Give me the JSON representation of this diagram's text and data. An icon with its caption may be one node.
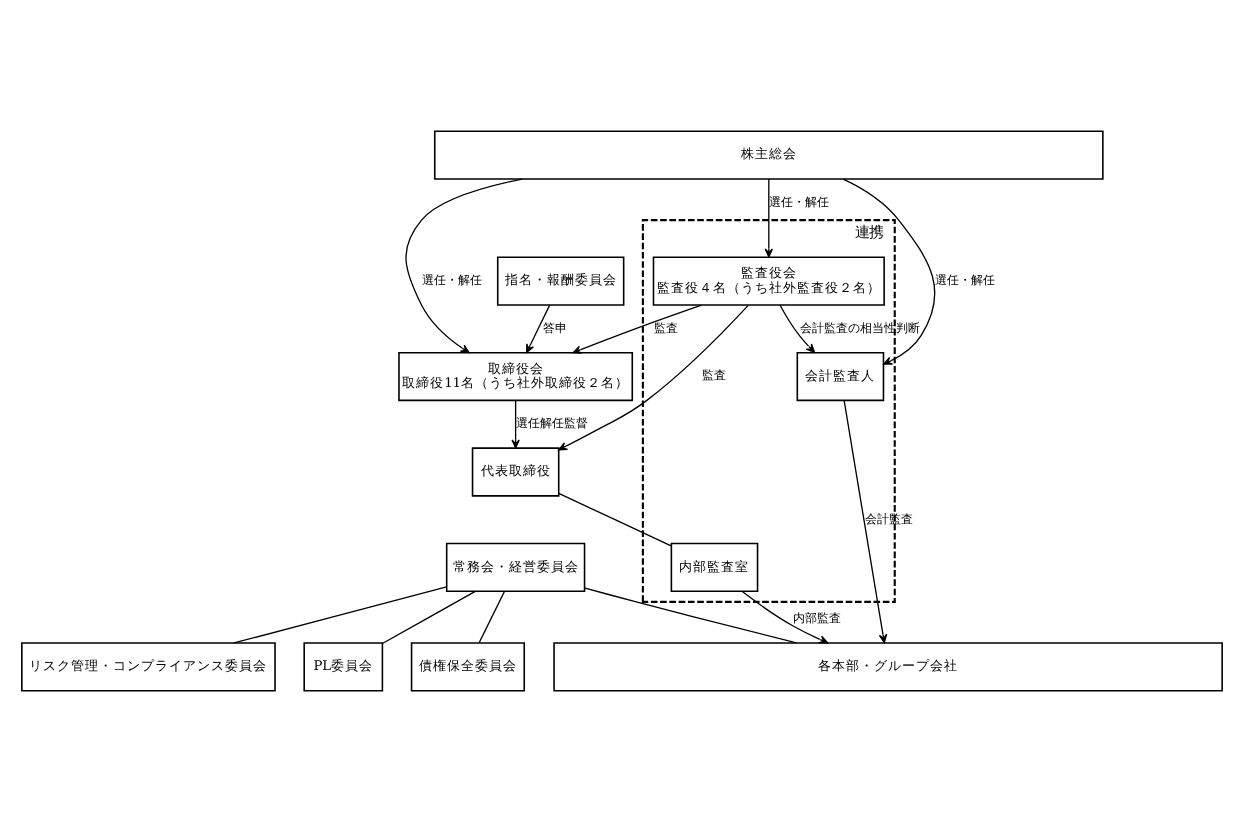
{
  "diagram": {
    "nodes": [
      {
        "text": [
          "株主総会"
        ]
      },
      {
        "text": [
          "連携"
        ]
      },
      {
        "text": [
          "取締役会",
          "取締役11名（うち社外取締役２名）"
        ]
      },
      {
        "text": [
          "監査役会",
          "監査役４名（うち社外監査役２名）"
        ],
        "in": 1
      },
      {
        "text": [
          "会計監査人"
        ],
        "in": 1
      },
      {
        "text": [
          "指名・報酬委員会"
        ]
      },
      {
        "text": [
          "代表取締役"
        ]
      },
      {
        "text": [
          "常務会・経営委員会"
        ]
      },
      {
        "text": [
          "リスク管理・コンプライアンス委員会"
        ]
      },
      {
        "text": [
          "PL委員会"
        ]
      },
      {
        "text": [
          "債権保全委員会"
        ]
      },
      {
        "text": [
          "内部監査室"
        ],
        "in": 1
      },
      {
        "text": [
          "各本部・グループ会社"
        ]
      }
    ],
    "edges": [
      {
        "from": 0,
        "to": 2,
        "arrow": "to",
        "label": "選任・解任"
      },
      {
        "from": 0,
        "to": 3,
        "arrow": "to",
        "label": "選任・解任"
      },
      {
        "from": 0,
        "to": 4,
        "arrow": "to",
        "label": "選任・解任"
      },
      {
        "from": 3,
        "to": 2,
        "arrow": "to",
        "label": "監査"
      },
      {
        "from": 3,
        "to": 4,
        "arrow": "to",
        "label": "会計監査の相当性判断"
      },
      {
        "from": 5,
        "to": 2,
        "arrow": "to",
        "label": "答申"
      },
      {
        "from": 2,
        "to": 6,
        "arrow": "to",
        "label": "選任解任監督"
      },
      {
        "from": 3,
        "to": 6,
        "arrow": "to",
        "label": "監査"
      },
      {
        "from": 6,
        "to": 11,
        "arrow": "none"
      },
      {
        "from": 7,
        "to": 8,
        "arrow": "none"
      },
      {
        "from": 7,
        "to": 9,
        "arrow": "none"
      },
      {
        "from": 7,
        "to": 10,
        "arrow": "none"
      },
      {
        "from": 7,
        "to": 12,
        "arrow": "none"
      },
      {
        "from": 11,
        "to": 12,
        "arrow": "to",
        "label": "内部監査"
      },
      {
        "from": 4,
        "to": 12,
        "arrow": "to",
        "label": "会計監査"
      }
    ]
  }
}
